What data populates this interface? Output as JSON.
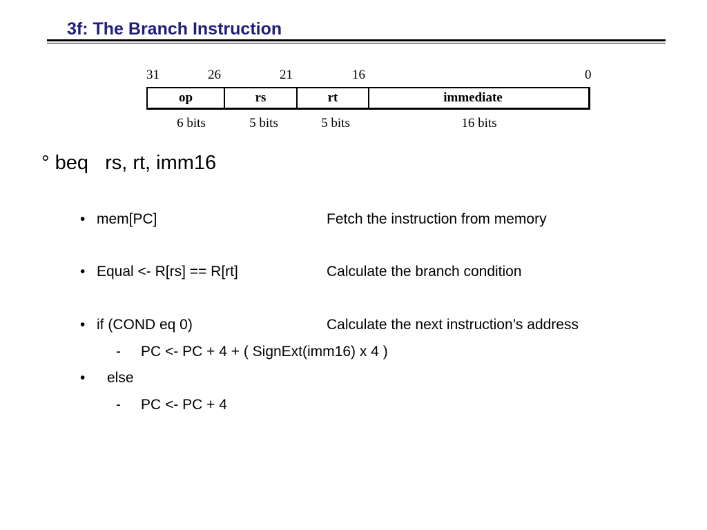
{
  "slide": {
    "title": "3f: The Branch Instruction"
  },
  "instruction_format": {
    "bit_positions": [
      "31",
      "26",
      "21",
      "16",
      "0"
    ],
    "fields": [
      "op",
      "rs",
      "rt",
      "immediate"
    ],
    "widths": [
      "6 bits",
      "5 bits",
      "5 bits",
      "16 bits"
    ]
  },
  "main_bullet": {
    "marker": "°",
    "opcode": "beq",
    "operands": "rs, rt, imm16"
  },
  "steps": [
    {
      "bullet": "•",
      "action": "mem[PC]",
      "description": "Fetch the instruction from memory"
    },
    {
      "bullet": "•",
      "action": "Equal <- R[rs] == R[rt]",
      "description": "Calculate the branch condition"
    },
    {
      "bullet": "•",
      "action": "if (COND eq 0)",
      "description": "Calculate the next instruction’s address"
    },
    {
      "bullet": "-",
      "action": "PC  <-  PC + 4 + ( SignExt(imm16) x 4 )"
    },
    {
      "bullet": "•",
      "action": "else"
    },
    {
      "bullet": "-",
      "action": "PC  <-  PC + 4"
    }
  ]
}
